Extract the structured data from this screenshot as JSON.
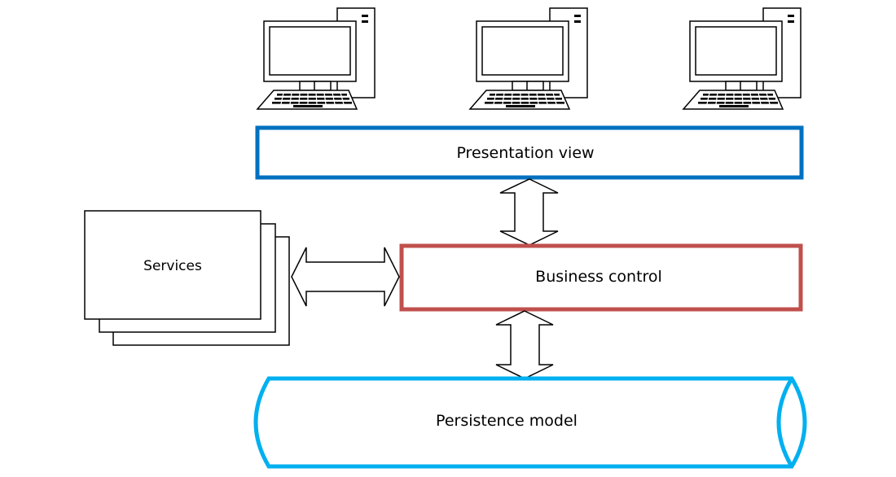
{
  "diagram": {
    "labels": {
      "presentation": "Presentation view",
      "business": "Business control",
      "persistence": "Persistence model",
      "services": "Services"
    },
    "colors": {
      "presentation": "#0070C0",
      "business": "#C0504D",
      "persistence": "#00B0F0",
      "stroke": "#000000",
      "background": "#FFFFFF"
    },
    "icons": [
      "desktop-computer-icon",
      "desktop-computer-icon",
      "desktop-computer-icon"
    ]
  }
}
